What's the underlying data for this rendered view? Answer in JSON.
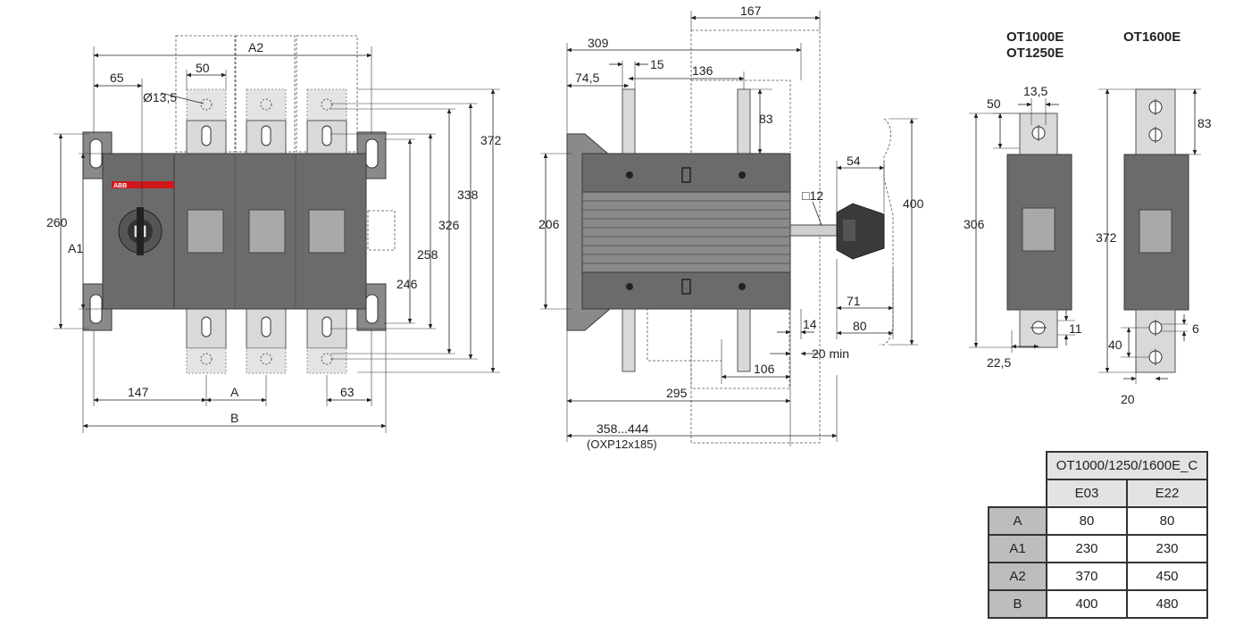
{
  "front_view": {
    "brand": "ABB",
    "dims": {
      "a2": "A2",
      "d65": "65",
      "d50": "50",
      "d13_5": "Ø13,5",
      "d260": "260",
      "a1": "A1",
      "d372": "372",
      "d338": "338",
      "d326": "326",
      "d258": "258",
      "d246": "246",
      "d147": "147",
      "a": "A",
      "d63": "63",
      "b": "B"
    }
  },
  "side_view": {
    "dims": {
      "d167": "167",
      "d309": "309",
      "d15": "15",
      "d74_5": "74,5",
      "d136": "136",
      "d83": "83",
      "d206": "206",
      "sq12": "□12",
      "d54": "54",
      "d400": "400",
      "d71": "71",
      "d14": "14",
      "d80": "80",
      "d20min": "20 min",
      "d106": "106",
      "d295": "295",
      "d358_444": "358...444",
      "oxp": "(OXP12x185)"
    }
  },
  "small_views": {
    "title_left_1": "OT1000E",
    "title_left_2": "OT1250E",
    "title_right": "OT1600E",
    "dims": {
      "d13_5": "13,5",
      "d50": "50",
      "d306": "306",
      "d11": "11",
      "d22_5": "22,5",
      "d83": "83",
      "d372": "372",
      "d6": "6",
      "d40": "40",
      "d20": "20"
    }
  },
  "table": {
    "header": "OT1000/1250/1600E_C",
    "columns": [
      "E03",
      "E22"
    ],
    "rows": [
      {
        "label": "A",
        "e03": "80",
        "e22": "80"
      },
      {
        "label": "A1",
        "e03": "230",
        "e22": "230"
      },
      {
        "label": "A2",
        "e03": "370",
        "e22": "450"
      },
      {
        "label": "B",
        "e03": "400",
        "e22": "480"
      }
    ]
  }
}
